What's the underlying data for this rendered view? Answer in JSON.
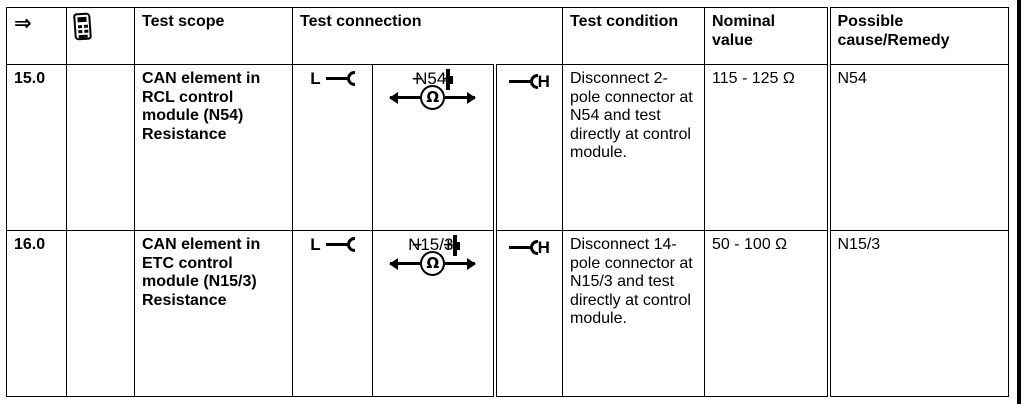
{
  "table": {
    "headers": {
      "step": "⇒",
      "tester_icon": "handheld-tester-icon",
      "test_scope": "Test scope",
      "test_connection": "Test connection",
      "test_condition": "Test condition",
      "nominal_value": "Nominal value",
      "possible_cause": "Possible cause/Remedy"
    },
    "rows": [
      {
        "step": "15.0",
        "test_scope": "CAN element in RCL control module (N54) Resistance",
        "connection_left": "L",
        "connection_meter_label": "N54",
        "connection_meter_unit": "Ω",
        "connection_minus": "−",
        "connection_plus": "+",
        "connection_right": "H",
        "test_condition": "Disconnect 2-pole connector at N54 and test directly at control module.",
        "nominal_value": "115 - 125 Ω",
        "possible_cause": "N54"
      },
      {
        "step": "16.0",
        "test_scope": "CAN element in ETC control module (N15/3) Resistance",
        "connection_left": "L",
        "connection_meter_label": "N15/3",
        "connection_meter_unit": "Ω",
        "connection_minus": "−",
        "connection_plus": "+",
        "connection_right": "H",
        "test_condition": "Disconnect 14-pole connector at N15/3 and test directly at control module.",
        "nominal_value": "50 - 100 Ω",
        "possible_cause": "N15/3"
      }
    ]
  },
  "colors": {
    "ink": "#000000",
    "paper": "#ffffff"
  }
}
